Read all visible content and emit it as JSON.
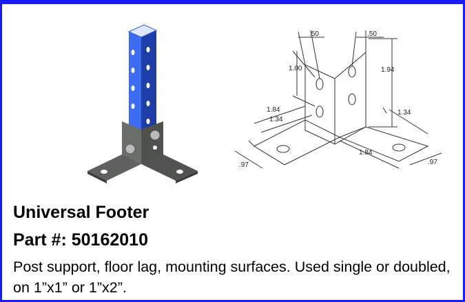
{
  "product": {
    "name": "Universal Footer",
    "part_number": "Part #: 50162010",
    "description": "Post support, floor lag, mounting surfaces. Used single or doubled, on 1”x1” or 1”x2”."
  },
  "drawing_dimensions": {
    "top_left_offset": ".50",
    "top_right_offset": ".50",
    "hole_spacing": "1.00",
    "height": "1.94",
    "left_length": "1.84",
    "left_hole": "1.34",
    "right_hole": "1.34",
    "bottom_length": "1.84",
    "left_width": ".97",
    "right_width": ".97"
  },
  "colors": {
    "border": "#1a1aff",
    "post": "#2b57d8",
    "bracket": "#5a5d5a"
  }
}
